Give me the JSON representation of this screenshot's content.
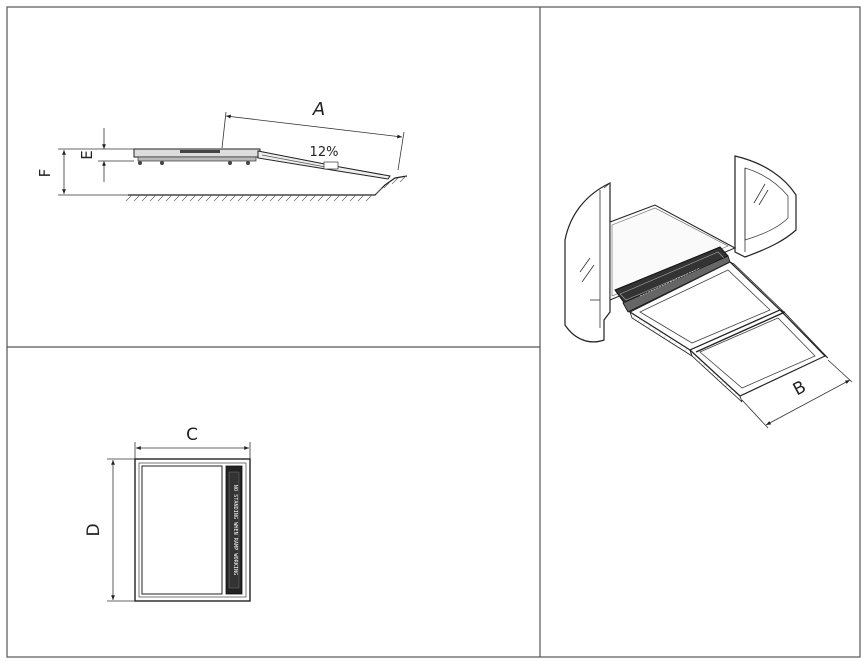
{
  "side_view": {
    "dim_a": "A",
    "dim_e": "E",
    "dim_f": "F",
    "slope": "12%"
  },
  "top_view": {
    "dim_c": "C",
    "dim_d": "D",
    "warning_text": "NO STANDING WHEN RAMP WORKING"
  },
  "iso_view": {
    "dim_b": "B"
  }
}
